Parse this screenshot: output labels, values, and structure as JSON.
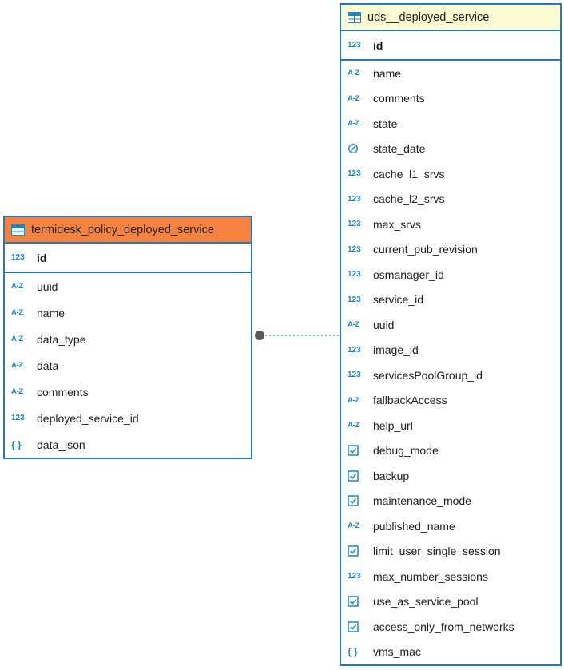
{
  "colors": {
    "table_border": "#2878b8",
    "icon_blue": "#178ac6",
    "connector_line": "#5b9bd5",
    "connector_dot": "#595959"
  },
  "tables": [
    {
      "title": "termidesk_policy_deployed_service",
      "header_bg": "#f6823f",
      "fields": [
        {
          "type": "numeric",
          "label": "id",
          "pk": true
        },
        {
          "type": "text",
          "label": "uuid"
        },
        {
          "type": "text",
          "label": "name"
        },
        {
          "type": "text",
          "label": "data_type"
        },
        {
          "type": "text",
          "label": "data"
        },
        {
          "type": "text",
          "label": "comments"
        },
        {
          "type": "numeric",
          "label": "deployed_service_id"
        },
        {
          "type": "json",
          "label": "data_json"
        }
      ]
    },
    {
      "title": "uds__deployed_service",
      "header_bg": "#fcfcd4",
      "fields": [
        {
          "type": "numeric",
          "label": "id",
          "pk": true
        },
        {
          "type": "text",
          "label": "name"
        },
        {
          "type": "text",
          "label": "comments"
        },
        {
          "type": "text",
          "label": "state"
        },
        {
          "type": "datetime",
          "label": "state_date"
        },
        {
          "type": "numeric",
          "label": "cache_l1_srvs"
        },
        {
          "type": "numeric",
          "label": "cache_l2_srvs"
        },
        {
          "type": "numeric",
          "label": "max_srvs"
        },
        {
          "type": "numeric",
          "label": "current_pub_revision"
        },
        {
          "type": "numeric",
          "label": "osmanager_id"
        },
        {
          "type": "numeric",
          "label": "service_id"
        },
        {
          "type": "text",
          "label": "uuid"
        },
        {
          "type": "numeric",
          "label": "image_id"
        },
        {
          "type": "numeric",
          "label": "servicesPoolGroup_id"
        },
        {
          "type": "text",
          "label": "fallbackAccess"
        },
        {
          "type": "text",
          "label": "help_url"
        },
        {
          "type": "boolean",
          "label": "debug_mode"
        },
        {
          "type": "boolean",
          "label": "backup"
        },
        {
          "type": "boolean",
          "label": "maintenance_mode"
        },
        {
          "type": "text",
          "label": "published_name"
        },
        {
          "type": "boolean",
          "label": "limit_user_single_session"
        },
        {
          "type": "numeric",
          "label": "max_number_sessions"
        },
        {
          "type": "boolean",
          "label": "use_as_service_pool"
        },
        {
          "type": "boolean",
          "label": "access_only_from_networks"
        },
        {
          "type": "json",
          "label": "vms_mac"
        }
      ]
    }
  ],
  "icon_glyphs": {
    "numeric": "123",
    "text": "A-Z",
    "json": "{ }"
  }
}
